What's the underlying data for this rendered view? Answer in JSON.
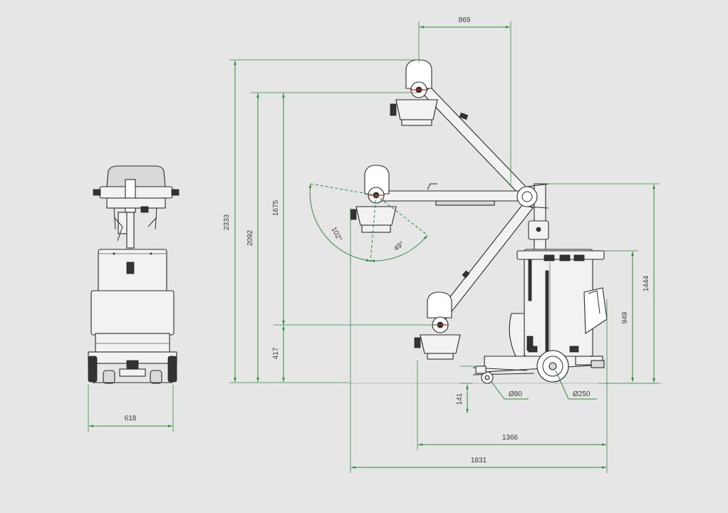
{
  "diagram": {
    "dimensions": {
      "front_width": "618",
      "arm_reach_top": "869",
      "height_max": "2333",
      "height_mid": "2092",
      "height_center": "1675",
      "height_min": "417",
      "wheel_height": "141",
      "body_height": "1444",
      "cabinet_height": "949",
      "rear_wheel": "Ø250",
      "front_wheel": "Ø80",
      "length_base": "1366",
      "length_total": "1831"
    },
    "angles": {
      "up": "102°",
      "down": "49°"
    }
  }
}
